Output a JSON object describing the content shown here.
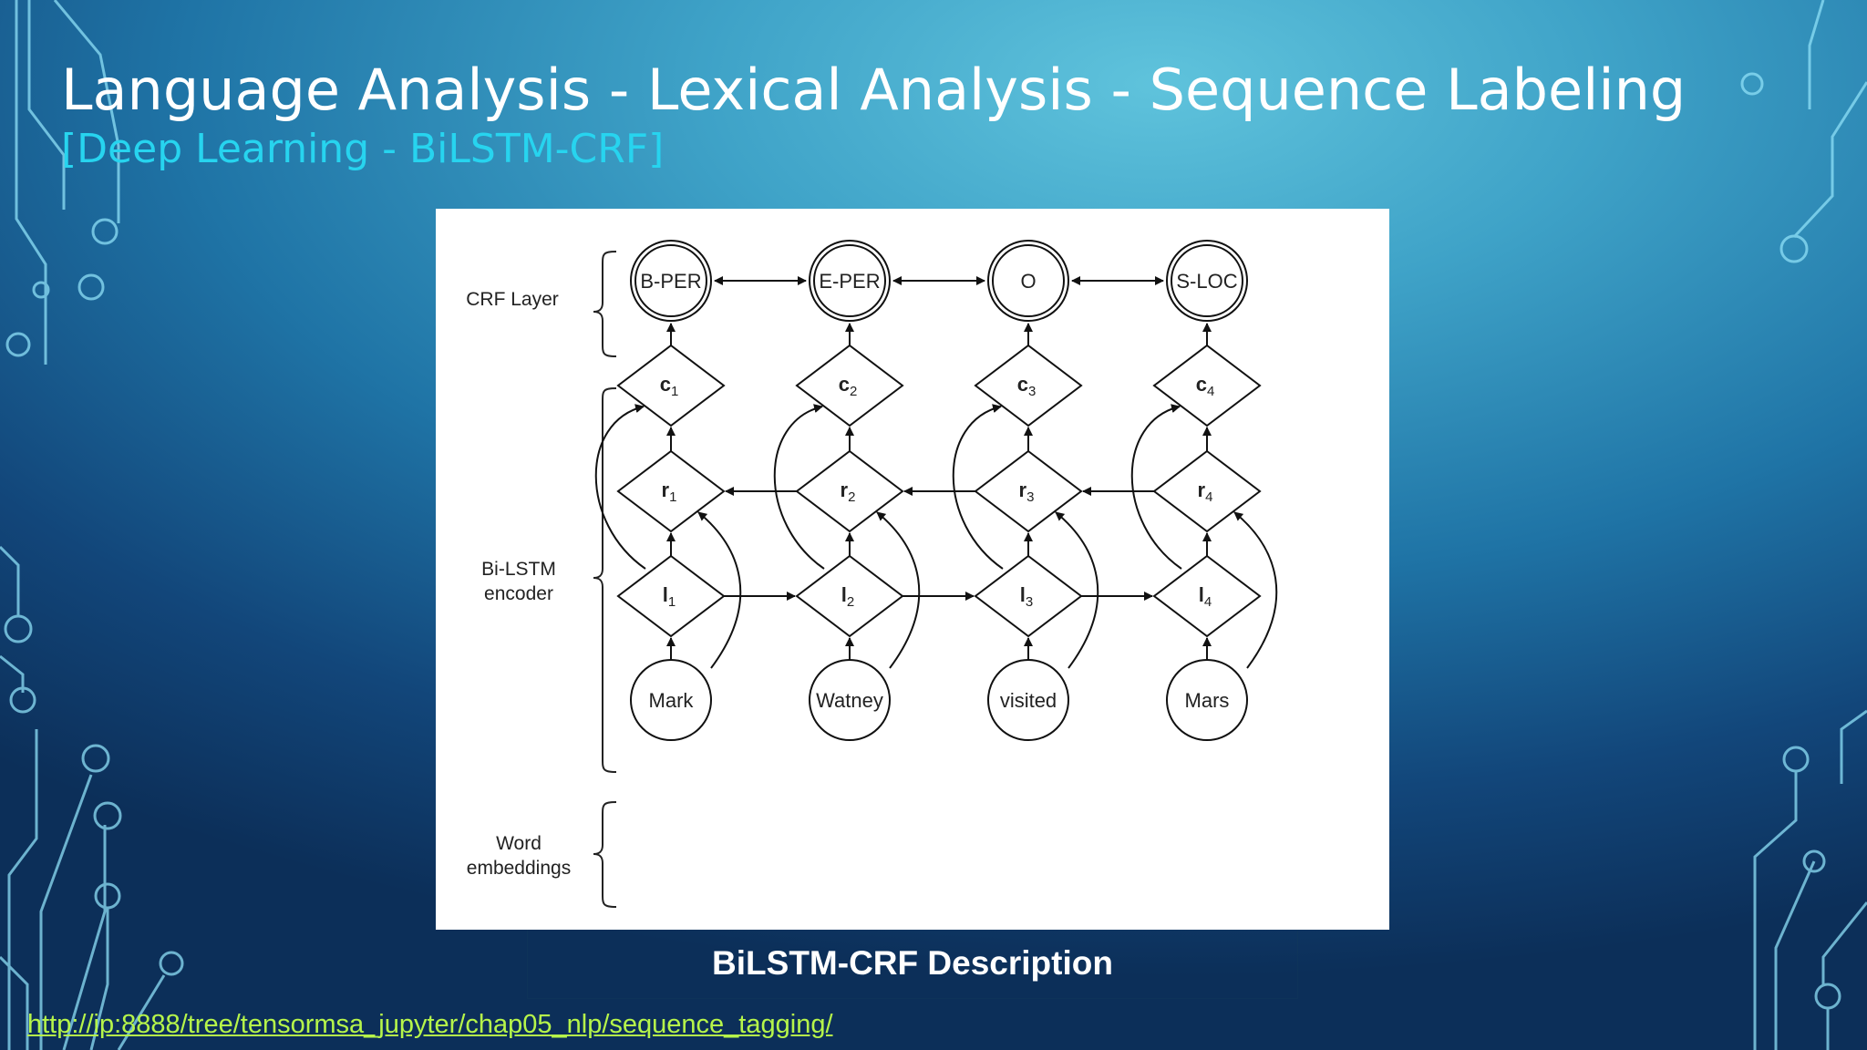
{
  "slide": {
    "title": "Language Analysis - Lexical Analysis - Sequence Labeling",
    "subtitle": "[Deep Learning - BiLSTM-CRF]",
    "caption": "BiLSTM-CRF Description",
    "link": "http://ip:8888/tree/tensormsa_jupyter/chap05_nlp/sequence_tagging/"
  },
  "diagram": {
    "layer_labels": {
      "crf": "CRF Layer",
      "bilstm_line1": "Bi-LSTM",
      "bilstm_line2": "encoder",
      "embed_line1": "Word",
      "embed_line2": "embeddings"
    },
    "tags": [
      "B-PER",
      "E-PER",
      "O",
      "S-LOC"
    ],
    "words": [
      "Mark",
      "Watney",
      "visited",
      "Mars"
    ],
    "c_nodes": [
      {
        "base": "c",
        "sub": "1"
      },
      {
        "base": "c",
        "sub": "2"
      },
      {
        "base": "c",
        "sub": "3"
      },
      {
        "base": "c",
        "sub": "4"
      }
    ],
    "r_nodes": [
      {
        "base": "r",
        "sub": "1"
      },
      {
        "base": "r",
        "sub": "2"
      },
      {
        "base": "r",
        "sub": "3"
      },
      {
        "base": "r",
        "sub": "4"
      }
    ],
    "l_nodes": [
      {
        "base": "l",
        "sub": "1"
      },
      {
        "base": "l",
        "sub": "2"
      },
      {
        "base": "l",
        "sub": "3"
      },
      {
        "base": "l",
        "sub": "4"
      }
    ]
  }
}
